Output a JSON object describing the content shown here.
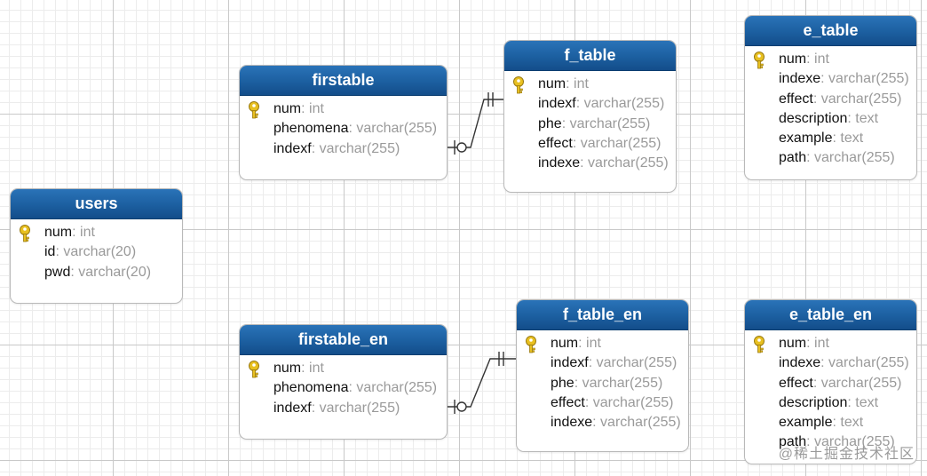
{
  "tables": {
    "users": {
      "title": "users",
      "fields": [
        {
          "name": "num",
          "sep": ": ",
          "type": "int",
          "key": true
        },
        {
          "name": "id",
          "sep": ": ",
          "type": "varchar(20)",
          "key": false
        },
        {
          "name": "pwd",
          "sep": ": ",
          "type": "varchar(20)",
          "key": false
        }
      ]
    },
    "firstable": {
      "title": "firstable",
      "fields": [
        {
          "name": "num",
          "sep": ": ",
          "type": "int",
          "key": true
        },
        {
          "name": "phenomena",
          "sep": ": ",
          "type": "varchar(255)",
          "key": false
        },
        {
          "name": "indexf",
          "sep": ": ",
          "type": "varchar(255)",
          "key": false
        }
      ]
    },
    "f_table": {
      "title": "f_table",
      "fields": [
        {
          "name": "num",
          "sep": ": ",
          "type": "int",
          "key": true
        },
        {
          "name": "indexf",
          "sep": ": ",
          "type": "varchar(255)",
          "key": false
        },
        {
          "name": "phe",
          "sep": ": ",
          "type": "varchar(255)",
          "key": false
        },
        {
          "name": "effect",
          "sep": ": ",
          "type": "varchar(255)",
          "key": false
        },
        {
          "name": "indexe",
          "sep": ": ",
          "type": "varchar(255)",
          "key": false
        }
      ]
    },
    "e_table": {
      "title": "e_table",
      "fields": [
        {
          "name": "num",
          "sep": ": ",
          "type": "int",
          "key": true
        },
        {
          "name": "indexe",
          "sep": ": ",
          "type": "varchar(255)",
          "key": false
        },
        {
          "name": "effect",
          "sep": ": ",
          "type": "varchar(255)",
          "key": false
        },
        {
          "name": "description",
          "sep": ": ",
          "type": "text",
          "key": false
        },
        {
          "name": "example",
          "sep": ": ",
          "type": "text",
          "key": false
        },
        {
          "name": "path",
          "sep": ": ",
          "type": "varchar(255)",
          "key": false
        }
      ]
    },
    "firstable_en": {
      "title": "firstable_en",
      "fields": [
        {
          "name": "num",
          "sep": ": ",
          "type": "int",
          "key": true
        },
        {
          "name": "phenomena",
          "sep": ": ",
          "type": "varchar(255)",
          "key": false
        },
        {
          "name": "indexf",
          "sep": ": ",
          "type": "varchar(255)",
          "key": false
        }
      ]
    },
    "f_table_en": {
      "title": "f_table_en",
      "fields": [
        {
          "name": "num",
          "sep": ": ",
          "type": "int",
          "key": true
        },
        {
          "name": "indexf",
          "sep": ": ",
          "type": "varchar(255)",
          "key": false
        },
        {
          "name": "phe",
          "sep": ": ",
          "type": "varchar(255)",
          "key": false
        },
        {
          "name": "effect",
          "sep": ": ",
          "type": "varchar(255)",
          "key": false
        },
        {
          "name": "indexe",
          "sep": ": ",
          "type": "varchar(255)",
          "key": false
        }
      ]
    },
    "e_table_en": {
      "title": "e_table_en",
      "fields": [
        {
          "name": "num",
          "sep": ": ",
          "type": "int",
          "key": true
        },
        {
          "name": "indexe",
          "sep": ": ",
          "type": "varchar(255)",
          "key": false
        },
        {
          "name": "effect",
          "sep": ": ",
          "type": "varchar(255)",
          "key": false
        },
        {
          "name": "description",
          "sep": ": ",
          "type": "text",
          "key": false
        },
        {
          "name": "example",
          "sep": ": ",
          "type": "text",
          "key": false
        },
        {
          "name": "path",
          "sep": ": ",
          "type": "varchar(255)",
          "key": false
        }
      ]
    }
  },
  "relations": [
    {
      "from": "firstable",
      "to": "f_table",
      "from_end": "zero-or-one",
      "to_end": "exactly-one"
    },
    {
      "from": "firstable_en",
      "to": "f_table_en",
      "from_end": "zero-or-one",
      "to_end": "exactly-one"
    }
  ],
  "watermark": "@稀土掘金技术社区",
  "colors": {
    "header": "#1c5fa0",
    "field_name": "#111111",
    "field_type": "#9a9a9a",
    "key_icon": "#e8c020",
    "connector": "#333333"
  }
}
